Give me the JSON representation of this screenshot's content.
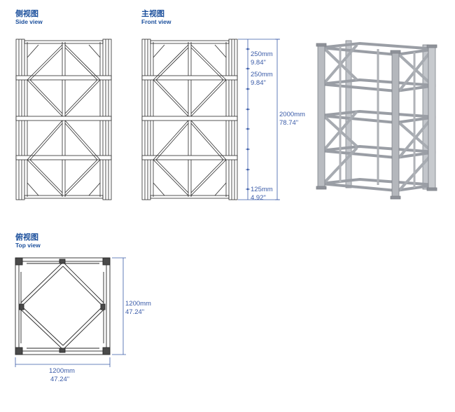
{
  "side_view": {
    "title_cn": "侧视图",
    "title_en": "Side view"
  },
  "front_view": {
    "title_cn": "主视图",
    "title_en": "Front view"
  },
  "top_view": {
    "title_cn": "俯视图",
    "title_en": "Top view"
  },
  "dimensions": {
    "segment1_mm": "250mm",
    "segment1_in": "9.84\"",
    "segment2_mm": "250mm",
    "segment2_in": "9.84\"",
    "total_mm": "2000mm",
    "total_in": "78.74\"",
    "bottom_mm": "125mm",
    "bottom_in": "4.92\"",
    "top_height_mm": "1200mm",
    "top_height_in": "47.24\"",
    "top_width_mm": "1200mm",
    "top_width_in": "47.24\""
  },
  "colors": {
    "title": "#1b4f9c",
    "dimension": "#3a5ba8",
    "line": "#333333",
    "metal": "#b9bcc1"
  }
}
